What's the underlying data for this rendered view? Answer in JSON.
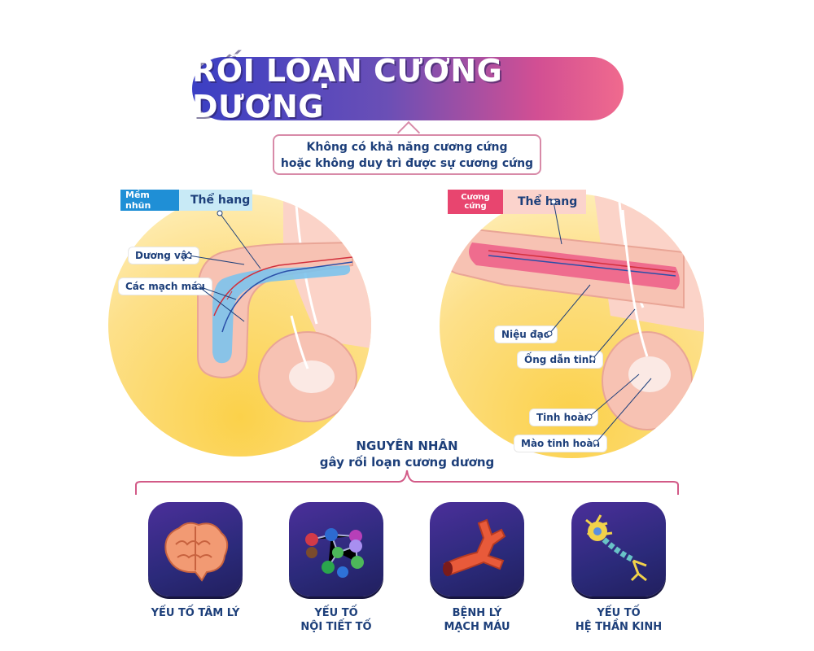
{
  "title": "RỐI LOẠN CƯƠNG DƯƠNG",
  "definition": {
    "line1": "Không có khả năng cương cứng",
    "line2": "hoặc không duy trì được sự cương cứng"
  },
  "left_panel": {
    "state": "Mềm nhũn",
    "part_name": "Thể hang",
    "labels": {
      "penis": "Dương vật",
      "vessels": "Các mạch máu"
    }
  },
  "right_panel": {
    "state": "Cương cứng",
    "part_name": "Thể hang",
    "labels": {
      "urethra": "Niệu đạo",
      "vas": "Ống dẫn tinh",
      "testis": "Tinh hoàn",
      "epididymis": "Mào tinh hoàn"
    }
  },
  "causes": {
    "heading_line1": "NGUYÊN NHÂN",
    "heading_line2": "gây rối loạn cương dương",
    "items": [
      {
        "line1": "YẾU TỐ TÂM LÝ",
        "line2": "",
        "icon": "brain-icon"
      },
      {
        "line1": "YẾU TỐ",
        "line2": "NỘI TIẾT TỐ",
        "icon": "hormone-molecules-icon"
      },
      {
        "line1": "BỆNH LÝ",
        "line2": "MẠCH MÁU",
        "icon": "blood-vessel-icon"
      },
      {
        "line1": "YẾU TỐ",
        "line2": "HỆ THẦN KINH",
        "icon": "neuron-icon"
      }
    ]
  },
  "colors": {
    "title_gradient_start": "#3b3fc4",
    "title_gradient_end": "#f06a8e",
    "text_navy": "#1d3f7a",
    "soft_tag": "#1f8fd6",
    "hard_tag": "#e8456f",
    "circle_yellow": "#fbd14a",
    "tile_purple": "#3a2b86"
  }
}
